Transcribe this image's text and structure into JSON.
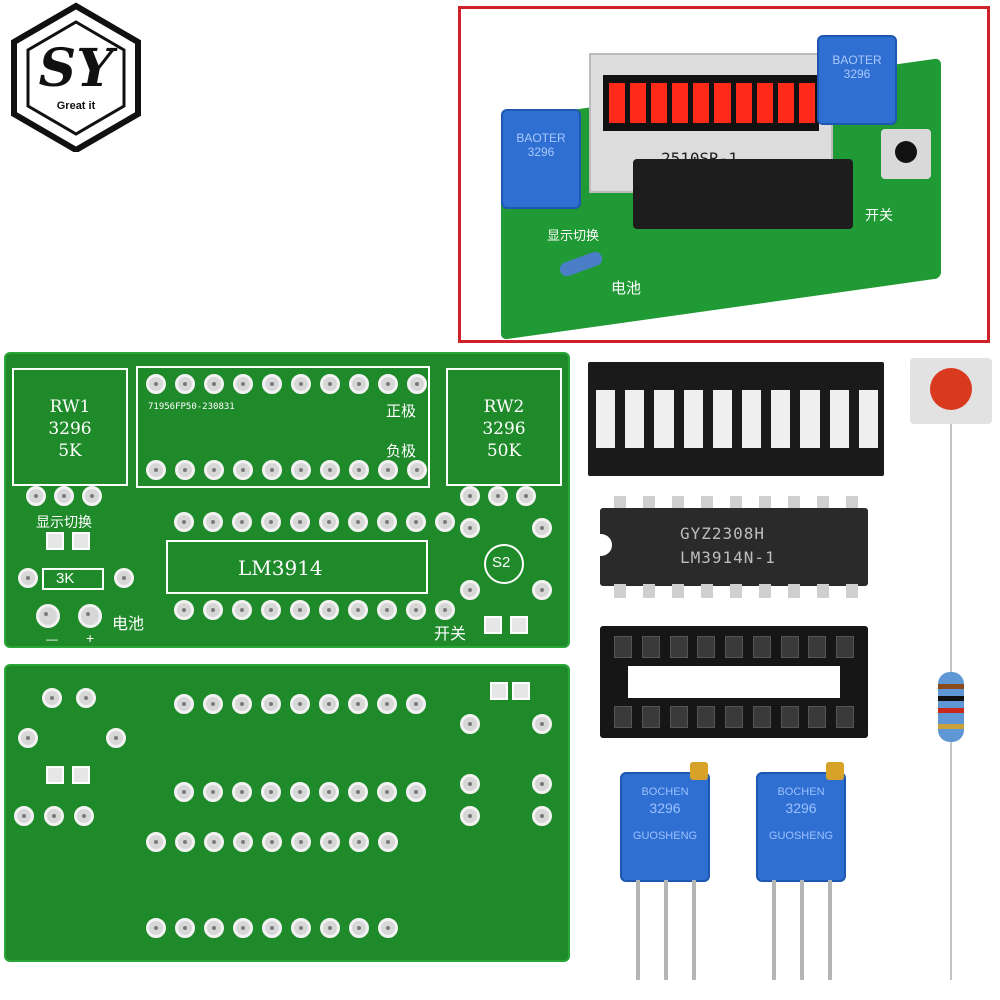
{
  "logo": {
    "text": "SY",
    "tagline": "Great it"
  },
  "photo": {
    "bargraph_label": "2510SR-1",
    "pot_left": "BAOTER 3296",
    "pot_right": "BAOTER 3296",
    "display_switch": "显示切换",
    "battery": "电池",
    "switch": "开关"
  },
  "pcb_front": {
    "rw1": [
      "RW1",
      "3296",
      "5K"
    ],
    "rw2": [
      "RW2",
      "3296",
      "50K"
    ],
    "code": "71956FP50-230831",
    "positive": "正极",
    "negative": "负极",
    "display_switch": "显示切换",
    "resistor": "3K",
    "chip": "LM3914",
    "s2": "S2",
    "battery": "电池",
    "switch": "开关",
    "minus": "—",
    "plus": "+"
  },
  "ic": {
    "line1": "GYZ2308H",
    "line2": "LM3914N-1"
  },
  "pots": [
    {
      "brand": "BOCHEN",
      "model": "3296",
      "maker": "GUOSHENG"
    },
    {
      "brand": "BOCHEN",
      "model": "3296",
      "maker": "GUOSHENG"
    }
  ],
  "colors": {
    "pcb": "#1f8a2a",
    "frame": "#d0202a",
    "led": "#ff2a1a",
    "pot": "#2e6fd1"
  }
}
